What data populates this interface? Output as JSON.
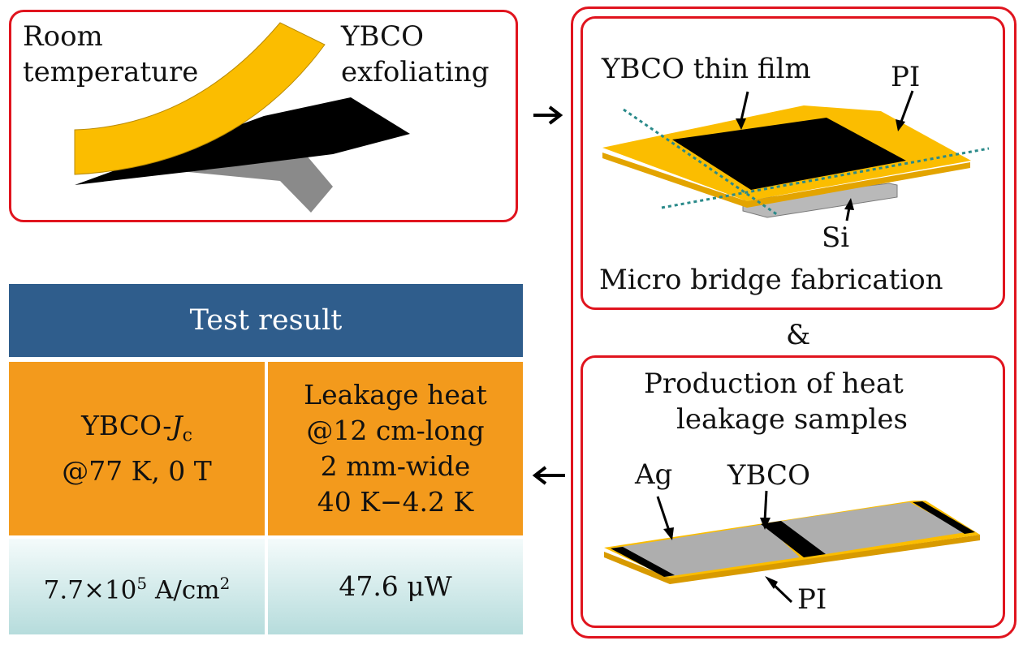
{
  "exfoliation_panel": {
    "label_room_line1": "Room",
    "label_room_line2": "temperature",
    "label_ybco_line1": "YBCO",
    "label_ybco_line2": "exfoliating"
  },
  "micro_bridge_panel": {
    "label_film": "YBCO thin film",
    "label_pi": "PI",
    "label_si": "Si",
    "caption": "Micro bridge fabrication"
  },
  "ampersand": "&",
  "heat_leakage_panel": {
    "caption_line1": "Production of heat",
    "caption_line2": "leakage samples",
    "label_ag": "Ag",
    "label_ybco": "YBCO",
    "label_pi": "PI"
  },
  "result_table": {
    "header": "Test result",
    "col1_line1_prefix": "YBCO-",
    "col1_line1_sym": "J",
    "col1_line1_sub": "c",
    "col1_line2": "@77 K, 0 T",
    "col2_line1": "Leakage heat",
    "col2_line2": "@12 cm-long",
    "col2_line3": "2 mm-wide",
    "col2_line4": "40 K−4.2 K",
    "val1_mantissa": "7.7×10",
    "val1_exp": "5",
    "val1_unit": " A/cm",
    "val1_unit_exp": "2",
    "val2": "47.6 μW"
  },
  "colors": {
    "frame_red": "#e0141e",
    "ybco_yellow": "#f5b800",
    "table_header_blue": "#2f5d8c",
    "table_orange": "#f39a1c"
  }
}
